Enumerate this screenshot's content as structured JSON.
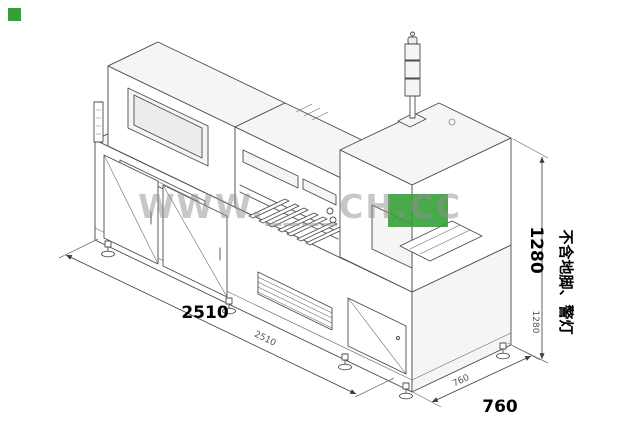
{
  "dimensions": {
    "length": "2510",
    "depth": "760",
    "height": "1280"
  },
  "note": "不含地脚、警灯",
  "watermark": {
    "text": "WWW.____CH.CC",
    "accent_color": "#35a037"
  },
  "colors": {
    "line": "#4d4d4d",
    "dimension_line": "#3a3a3a",
    "label": "#000000",
    "watermark_gray": "#909090",
    "background": "#ffffff"
  }
}
